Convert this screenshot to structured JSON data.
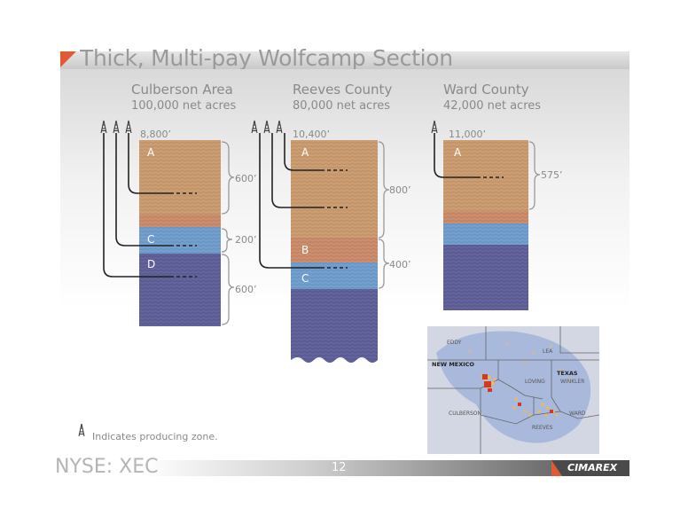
{
  "title": "Thick, Multi-pay Wolfcamp Section",
  "columns": [
    {
      "name": "Culberson Area",
      "acres": "100,000 net acres",
      "depth": "8,800’",
      "intervals": [
        {
          "label": "600’"
        },
        {
          "label": "200’"
        },
        {
          "label": "600’"
        }
      ],
      "zones": [
        {
          "label": "A"
        },
        {
          "label": "C"
        },
        {
          "label": "D"
        }
      ]
    },
    {
      "name": "Reeves County",
      "acres": "80,000 net acres",
      "depth": "10,400’",
      "intervals": [
        {
          "label": "800’"
        },
        {
          "label": "400’"
        }
      ],
      "zones": [
        {
          "label": "A"
        },
        {
          "label": "B"
        },
        {
          "label": "C"
        }
      ]
    },
    {
      "name": "Ward County",
      "acres": "42,000 net acres",
      "depth": "11,000’",
      "intervals": [
        {
          "label": "575’"
        }
      ],
      "zones": [
        {
          "label": "A"
        }
      ]
    }
  ],
  "legend": {
    "icon": "oil-derrick-icon",
    "text": "Indicates producing zone."
  },
  "map": {
    "labels": {
      "eddy": "EDDY",
      "lea": "LEA",
      "new_mexico": "NEW MEXICO",
      "texas": "TEXAS",
      "loving": "LOVING",
      "winkler": "WINKLER",
      "culberson": "CULBERSON",
      "ward": "WARD",
      "reeves": "REEVES"
    }
  },
  "footer": {
    "ticker": "NYSE: XEC",
    "page": "12",
    "logo": "CIMAREX"
  },
  "colors": {
    "accent": "#e05a35",
    "zone_a": "#c99a6e",
    "zone_b": "#c98a6a",
    "zone_c": "#6f9ccc",
    "zone_d": "#5e5f98",
    "map_basin": "#a8b9dc"
  }
}
